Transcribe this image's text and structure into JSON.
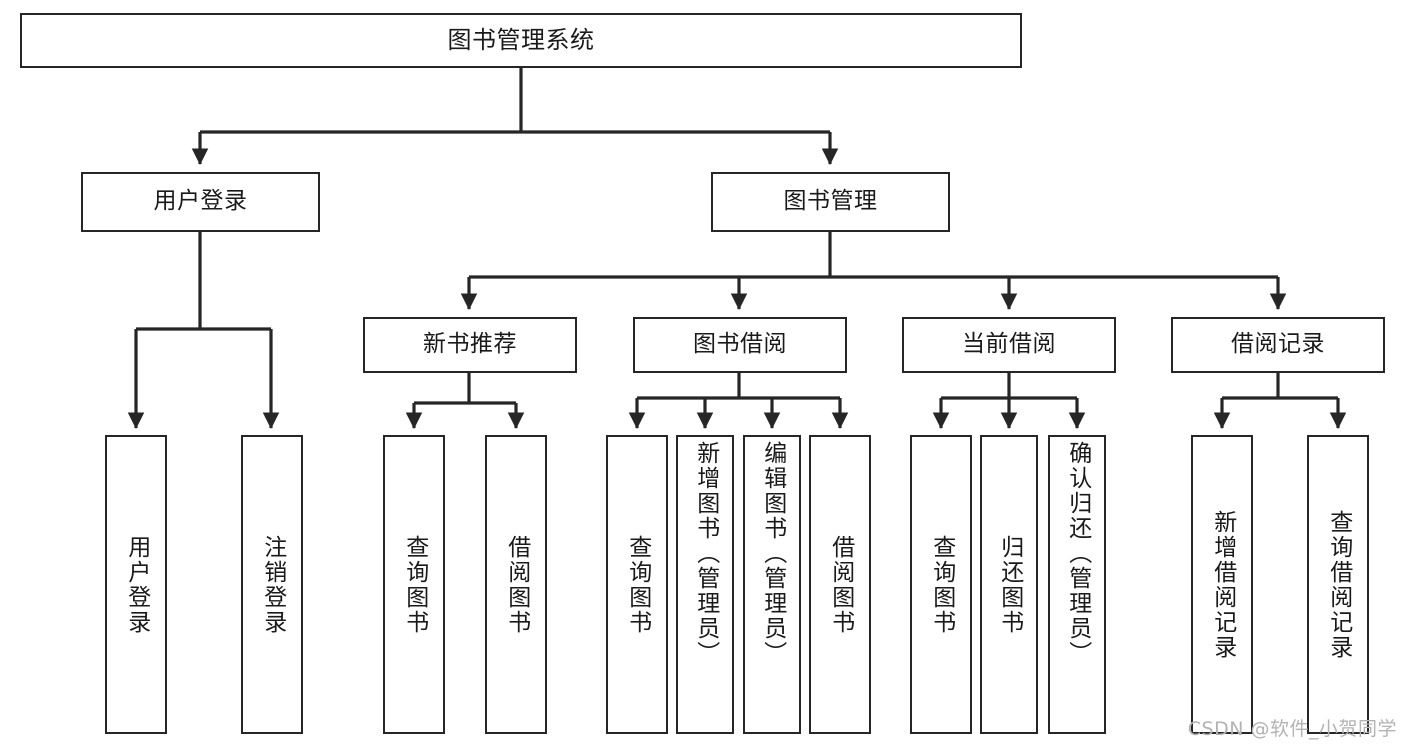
{
  "diagram": {
    "type": "tree-hierarchy-chart",
    "title": "图书管理系统",
    "stroke_color": "#262626",
    "fill_color": "#ffffff",
    "text_color": "#1a1a1a",
    "levels": [
      {
        "level": 1,
        "nodes": [
          {
            "id": "root",
            "label": "图书管理系统",
            "orientation": "horizontal"
          }
        ]
      },
      {
        "level": 2,
        "nodes": [
          {
            "id": "login",
            "label": "用户登录",
            "orientation": "horizontal"
          },
          {
            "id": "bookmgmt",
            "label": "图书管理",
            "orientation": "horizontal"
          }
        ]
      },
      {
        "level": 3,
        "nodes": [
          {
            "id": "newbook",
            "label": "新书推荐",
            "orientation": "horizontal"
          },
          {
            "id": "borrow",
            "label": "图书借阅",
            "orientation": "horizontal"
          },
          {
            "id": "current",
            "label": "当前借阅",
            "orientation": "horizontal"
          },
          {
            "id": "record",
            "label": "借阅记录",
            "orientation": "horizontal"
          }
        ]
      },
      {
        "level": 4,
        "nodes": [
          {
            "id": "leaf1",
            "label": "用户登录",
            "orientation": "vertical",
            "parent": "login"
          },
          {
            "id": "leaf2",
            "label": "注销登录",
            "orientation": "vertical",
            "parent": "login"
          },
          {
            "id": "leaf3",
            "label": "查询图书",
            "orientation": "vertical",
            "parent": "newbook"
          },
          {
            "id": "leaf4",
            "label": "借阅图书",
            "orientation": "vertical",
            "parent": "newbook"
          },
          {
            "id": "leaf5",
            "label": "查询图书",
            "orientation": "vertical",
            "parent": "borrow"
          },
          {
            "id": "leaf6",
            "label": "新增图书（管理员）",
            "orientation": "vertical",
            "parent": "borrow"
          },
          {
            "id": "leaf7",
            "label": "编辑图书（管理员）",
            "orientation": "vertical",
            "parent": "borrow"
          },
          {
            "id": "leaf8",
            "label": "借阅图书",
            "orientation": "vertical",
            "parent": "borrow"
          },
          {
            "id": "leaf9",
            "label": "查询图书",
            "orientation": "vertical",
            "parent": "current"
          },
          {
            "id": "leaf10",
            "label": "归还图书",
            "orientation": "vertical",
            "parent": "current"
          },
          {
            "id": "leaf11",
            "label": "确认归还（管理员）",
            "orientation": "vertical",
            "parent": "current"
          },
          {
            "id": "leaf12",
            "label": "新增借阅记录",
            "orientation": "vertical",
            "parent": "record"
          },
          {
            "id": "leaf13",
            "label": "查询借阅记录",
            "orientation": "vertical",
            "parent": "record"
          }
        ]
      }
    ]
  },
  "watermark": {
    "text": "CSDN @软件_小贺同学"
  }
}
